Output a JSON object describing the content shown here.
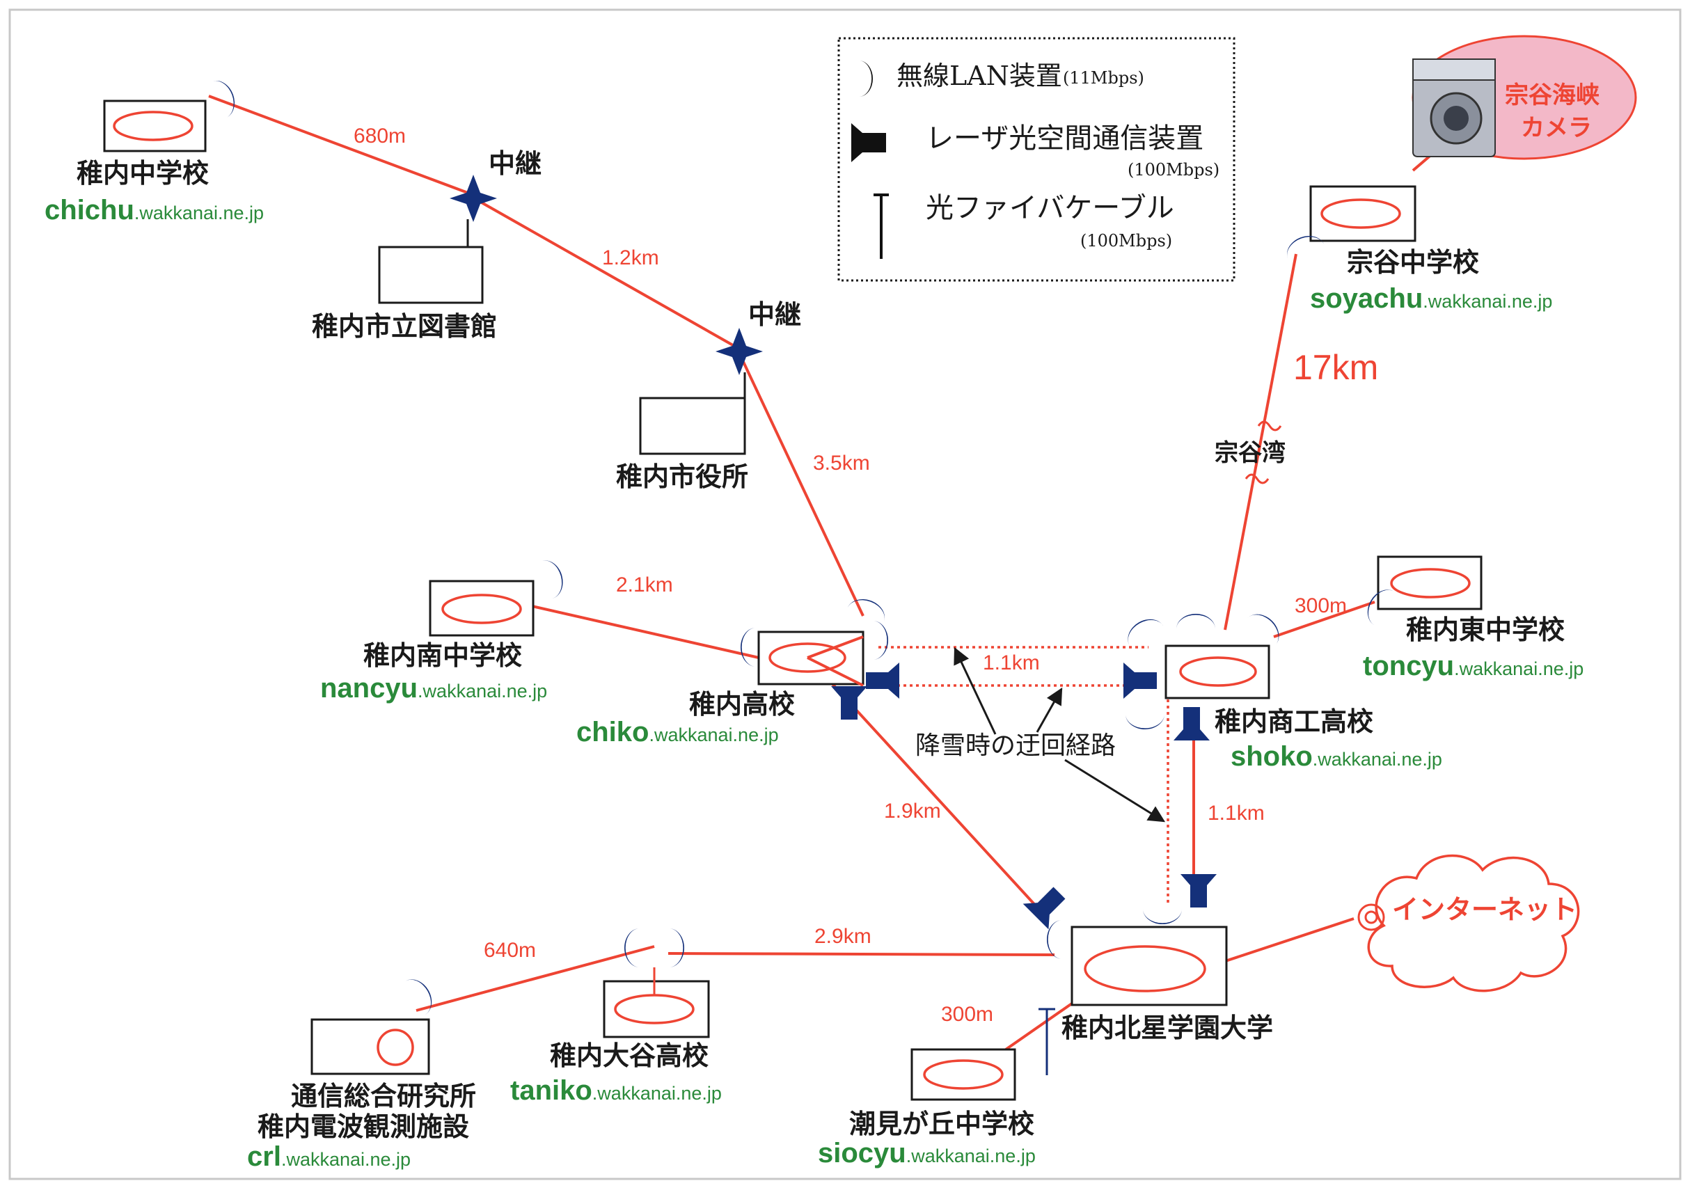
{
  "legend": {
    "wireless_label": "無線LAN装置",
    "wireless_speed": "(11Mbps)",
    "laser_label": "レーザ光空間通信装置",
    "laser_speed": "(100Mbps)",
    "fiber_label": "光ファイバケーブル",
    "fiber_speed": "(100Mbps)"
  },
  "sites": {
    "chichu": {
      "name": "稚内中学校",
      "host": "chichu",
      "domain": ".wakkanai.ne.jp"
    },
    "library": {
      "name": "稚内市立図書館"
    },
    "cityhall": {
      "name": "稚内市役所"
    },
    "nancyu": {
      "name": "稚内南中学校",
      "host": "nancyu",
      "domain": ".wakkanai.ne.jp"
    },
    "chiko": {
      "name": "稚内高校",
      "host": "chiko",
      "domain": ".wakkanai.ne.jp"
    },
    "soyachu": {
      "name": "宗谷中学校",
      "host": "soyachu",
      "domain": ".wakkanai.ne.jp"
    },
    "toncyu": {
      "name": "稚内東中学校",
      "host": "toncyu",
      "domain": ".wakkanai.ne.jp"
    },
    "shoko": {
      "name": "稚内商工高校",
      "host": "shoko",
      "domain": ".wakkanai.ne.jp"
    },
    "hokusei": {
      "name": "稚内北星学園大学"
    },
    "taniko": {
      "name": "稚内大谷高校",
      "host": "taniko",
      "domain": ".wakkanai.ne.jp"
    },
    "crl": {
      "name1": "通信総合研究所",
      "name2": "稚内電波観測施設",
      "host": "crl",
      "domain": ".wakkanai.ne.jp"
    },
    "siocyu": {
      "name": "潮見が丘中学校",
      "host": "siocyu",
      "domain": ".wakkanai.ne.jp"
    }
  },
  "relays": {
    "relay1": "中継",
    "relay2": "中継"
  },
  "distances": {
    "chichu_relay1": "680m",
    "relay1_relay2": "1.2km",
    "relay2_chiko": "3.5km",
    "nancyu_chiko": "2.1km",
    "chiko_shoko": "1.1km",
    "soya": "17km",
    "toncyu_shoko": "300m",
    "chiko_hokusei": "1.9km",
    "shoko_hokusei": "1.1km",
    "crl_taniko": "640m",
    "taniko_hokusei": "2.9km",
    "siocyu_hokusei": "300m"
  },
  "camera": {
    "label1": "宗谷海峡",
    "label2": "カメラ"
  },
  "bay": "宗谷湾",
  "detour": "降雪時の迂回経路",
  "internet": "インターネット",
  "colors": {
    "link": "#ee4433",
    "antenna": "#14307a",
    "host": "#2a8a3a",
    "camera_bg": "#f3b8c8"
  }
}
